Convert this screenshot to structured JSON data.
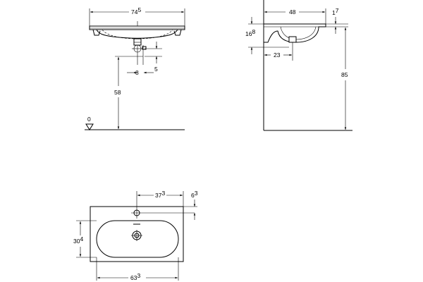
{
  "front_view": {
    "width": {
      "main": "74",
      "sup": "5"
    },
    "outlet_offset": "8",
    "drop": "5",
    "height_to_top": "58",
    "floor_mark": "0"
  },
  "side_view": {
    "depth": "48",
    "rim_thickness": {
      "main": "1",
      "sup": "7"
    },
    "bowl_depth": {
      "main": "16",
      "sup": "8"
    },
    "outlet_from_wall": "23",
    "mounting_height": "85"
  },
  "top_view": {
    "tap_hole_from_side": {
      "main": "37",
      "sup": "3"
    },
    "tap_hole_from_back": {
      "main": "6",
      "sup": "3"
    },
    "bowl_width": {
      "main": "30",
      "sup": "4"
    },
    "bowl_length": {
      "main": "63",
      "sup": "3"
    }
  }
}
